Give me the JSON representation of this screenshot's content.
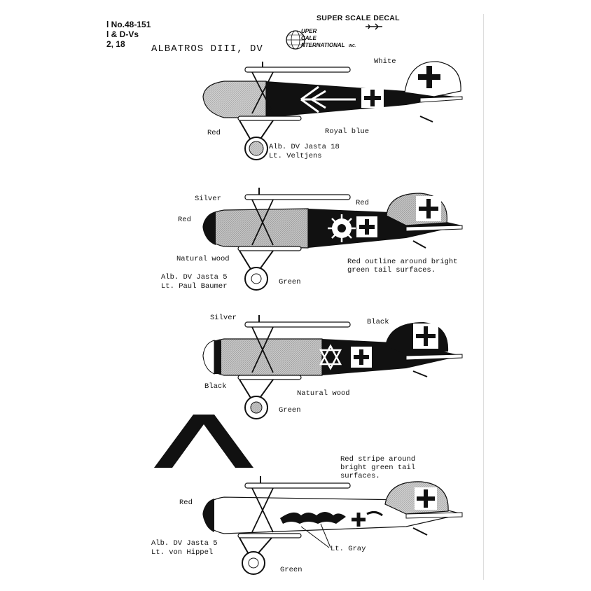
{
  "header": {
    "line1": "l No.48-151",
    "line2": "l & D-Vs",
    "line3": "2, 18"
  },
  "brand": {
    "company": "SUPER SCALE DECAL",
    "logo_line1": "UPER",
    "logo_line2": "CALE",
    "logo_line3": "NTERNATIONAL",
    "logo_suffix": "INC."
  },
  "title": "ALBATROS DIII, DV",
  "aircraft": [
    {
      "labels": {
        "white": "White",
        "red": "Red",
        "royal_blue": "Royal blue",
        "caption1": "Alb. DV Jasta 18",
        "caption2": "Lt. Veltjens"
      }
    },
    {
      "labels": {
        "silver": "Silver",
        "red_nose": "Red",
        "red_top": "Red",
        "natural_wood": "Natural wood",
        "green": "Green",
        "tail_note1": "Red outline around bright",
        "tail_note2": "green tail surfaces.",
        "caption1": "Alb. DV Jasta 5",
        "caption2": "Lt. Paul Baumer"
      }
    },
    {
      "labels": {
        "silver": "Silver",
        "black_tail": "Black",
        "black_nose": "Black",
        "natural_wood": "Natural wood",
        "green": "Green"
      }
    },
    {
      "labels": {
        "red": "Red",
        "stripe1": "Red stripe around",
        "stripe2": "bright green tail",
        "stripe3": "surfaces.",
        "lt_gray": "Lt. Gray",
        "green": "Green",
        "caption1": "Alb. DV Jasta 5",
        "caption2": "Lt. von Hippel"
      }
    }
  ],
  "colors": {
    "ink": "#111111",
    "gray": "#bdbdbd",
    "lightgray": "#d6d6d6",
    "paper": "#ffffff"
  }
}
